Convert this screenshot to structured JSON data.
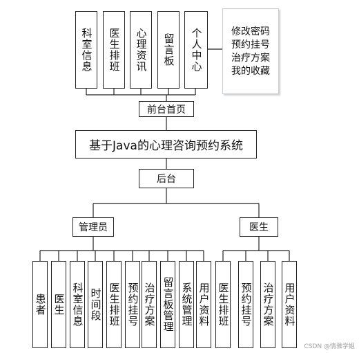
{
  "frontend": {
    "modules": [
      {
        "id": "fe-dept-info",
        "label": "科室信息"
      },
      {
        "id": "fe-doctor-schedule",
        "label": "医生排班"
      },
      {
        "id": "fe-psych-news",
        "label": "心理资讯"
      },
      {
        "id": "fe-message-board",
        "label": "留言板"
      },
      {
        "id": "fe-personal-center",
        "label": "个人中心"
      }
    ],
    "personal_center_items": [
      "修改密码",
      "预约挂号",
      "治疗方案",
      "我的收藏"
    ],
    "home_label": "前台首页"
  },
  "system_title": "基于Java的心理咨询预约系统",
  "backend": {
    "label": "后台",
    "roles": {
      "admin": {
        "label": "管理员",
        "modules": [
          {
            "id": "admin-patient",
            "label": "患者"
          },
          {
            "id": "admin-doctor",
            "label": "医生"
          },
          {
            "id": "admin-dept-info",
            "label": "科室信息"
          },
          {
            "id": "admin-time-slot",
            "label": "时间段"
          },
          {
            "id": "admin-doctor-schedule",
            "label": "医生排班"
          },
          {
            "id": "admin-appointment",
            "label": "预约挂号"
          },
          {
            "id": "admin-treatment-plan",
            "label": "治疗方案"
          },
          {
            "id": "admin-message-board-mgmt",
            "label": "留言板管理"
          },
          {
            "id": "admin-system-mgmt",
            "label": "系统管理"
          },
          {
            "id": "admin-user-profile",
            "label": "用户资料"
          }
        ]
      },
      "doctor": {
        "label": "医生",
        "modules": [
          {
            "id": "doc-doctor-schedule",
            "label": "医生排班"
          },
          {
            "id": "doc-appointment",
            "label": "预约挂号"
          },
          {
            "id": "doc-treatment-plan",
            "label": "治疗方案"
          },
          {
            "id": "doc-user-profile",
            "label": "用户资料"
          }
        ]
      }
    }
  },
  "watermark": "CSDN @情雅学姐"
}
